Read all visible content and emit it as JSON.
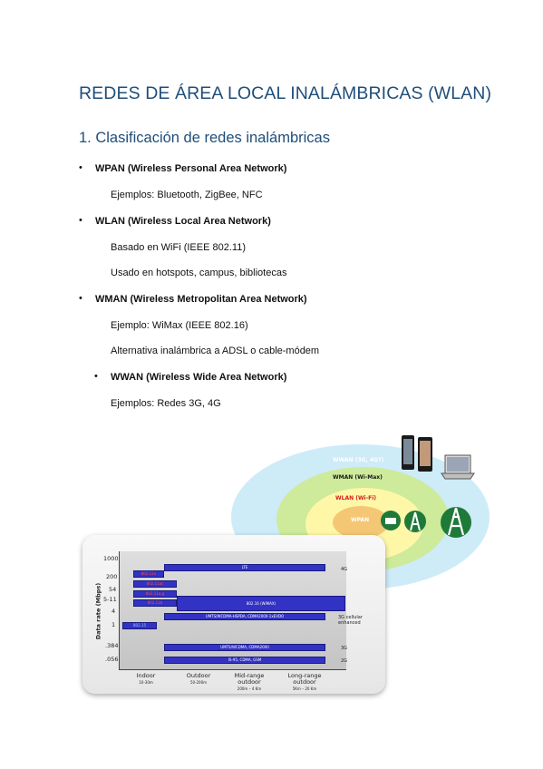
{
  "doc": {
    "title": "REDES DE ÁREA LOCAL INALÁMBRICAS (WLAN)",
    "section": "1. Clasificación de redes inalámbricas",
    "bullet_symbol": "•",
    "items": [
      {
        "label": "WPAN (Wireless Personal Area Network)",
        "details": [
          "Ejemplos: Bluetooth, ZigBee, NFC"
        ]
      },
      {
        "label": "WLAN (Wireless Local Area Network)",
        "details": [
          "Basado en WiFi (IEEE 802.11)",
          "Usado en hotspots, campus, bibliotecas"
        ]
      },
      {
        "label": "WMAN (Wireless Metropolitan Area Network)",
        "details": [
          "Ejemplo: WiMax (IEEE 802.16)",
          "Alternativa inalámbrica a ADSL o cable-módem"
        ]
      },
      {
        "label": "WWAN (Wireless Wide Area Network)",
        "details": [
          "Ejemplos: Redes 3G, 4G"
        ]
      }
    ]
  },
  "figure": {
    "ellipses": {
      "wwan": "WWAN (3G, 4G?)",
      "wman": "WMAN (Wi-Max)",
      "wlan": "WLAN (Wi-Fi)",
      "wpan": "WPAN"
    },
    "chart": {
      "ylabel": "Data rate (Mbps)",
      "yticks": [
        "1000",
        "200",
        "54",
        "5-11",
        "4",
        "1",
        ".384",
        ".056"
      ],
      "xcats": [
        {
          "name": "Indoor",
          "range": "10-30m"
        },
        {
          "name": "Outdoor",
          "range": "50-200m"
        },
        {
          "name": "Mid-range outdoor",
          "range": "200m – 4 Km"
        },
        {
          "name": "Long-range outdoor",
          "range": "5Km – 20 Km"
        }
      ],
      "right_labels": [
        "4G",
        "3G cellular enhanced",
        "3G",
        "2G"
      ],
      "bars": {
        "lte": "LTE",
        "wimax": "802.16 (WiMAX)",
        "hspa": "UMTS/WCDMA-HSPDA, CDMA2000-1xEVDO",
        "umts": "UMTS/WCDMA, CDMA2000",
        "gsm": "IS-95, CDMA, GSM",
        "r1": "802.11n",
        "r2": "802.11ac",
        "r3": "802.11a,g",
        "r4": "802.11b",
        "r5": "802.15"
      }
    },
    "colors": {
      "wwan": "#c9e9f7",
      "wman": "#cdeb9a",
      "wlan": "#fff7a8",
      "wpan": "#f4c774",
      "bar": "#3232c4",
      "heading": "#1f4e79"
    }
  }
}
